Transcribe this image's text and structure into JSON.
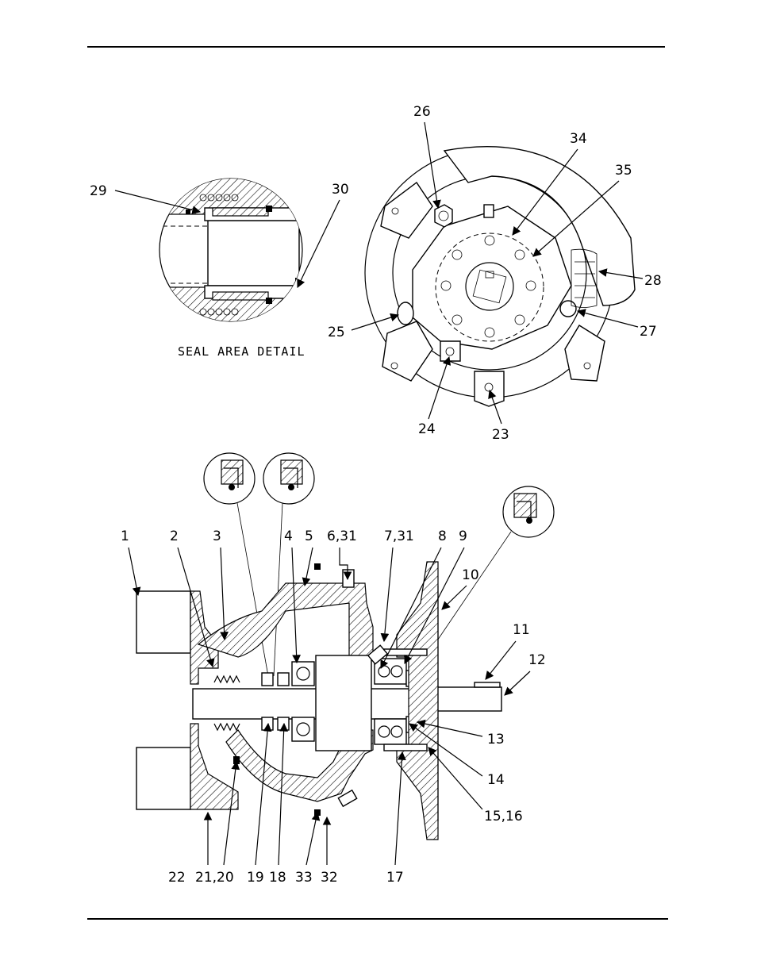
{
  "detail": {
    "caption": "SEAL AREA DETAIL",
    "callouts": [
      "29",
      "30"
    ]
  },
  "end_view": {
    "callouts": [
      "26",
      "34",
      "35",
      "28",
      "27",
      "25",
      "24",
      "23"
    ]
  },
  "section_view": {
    "top_callouts": [
      "1",
      "2",
      "3",
      "4",
      "5",
      "6,31",
      "7,31",
      "8",
      "9",
      "10"
    ],
    "right_callouts": [
      "11",
      "12",
      "13",
      "14",
      "15,16"
    ],
    "bottom_callouts": [
      "22",
      "21,20",
      "19",
      "18",
      "33",
      "32",
      "17"
    ]
  }
}
